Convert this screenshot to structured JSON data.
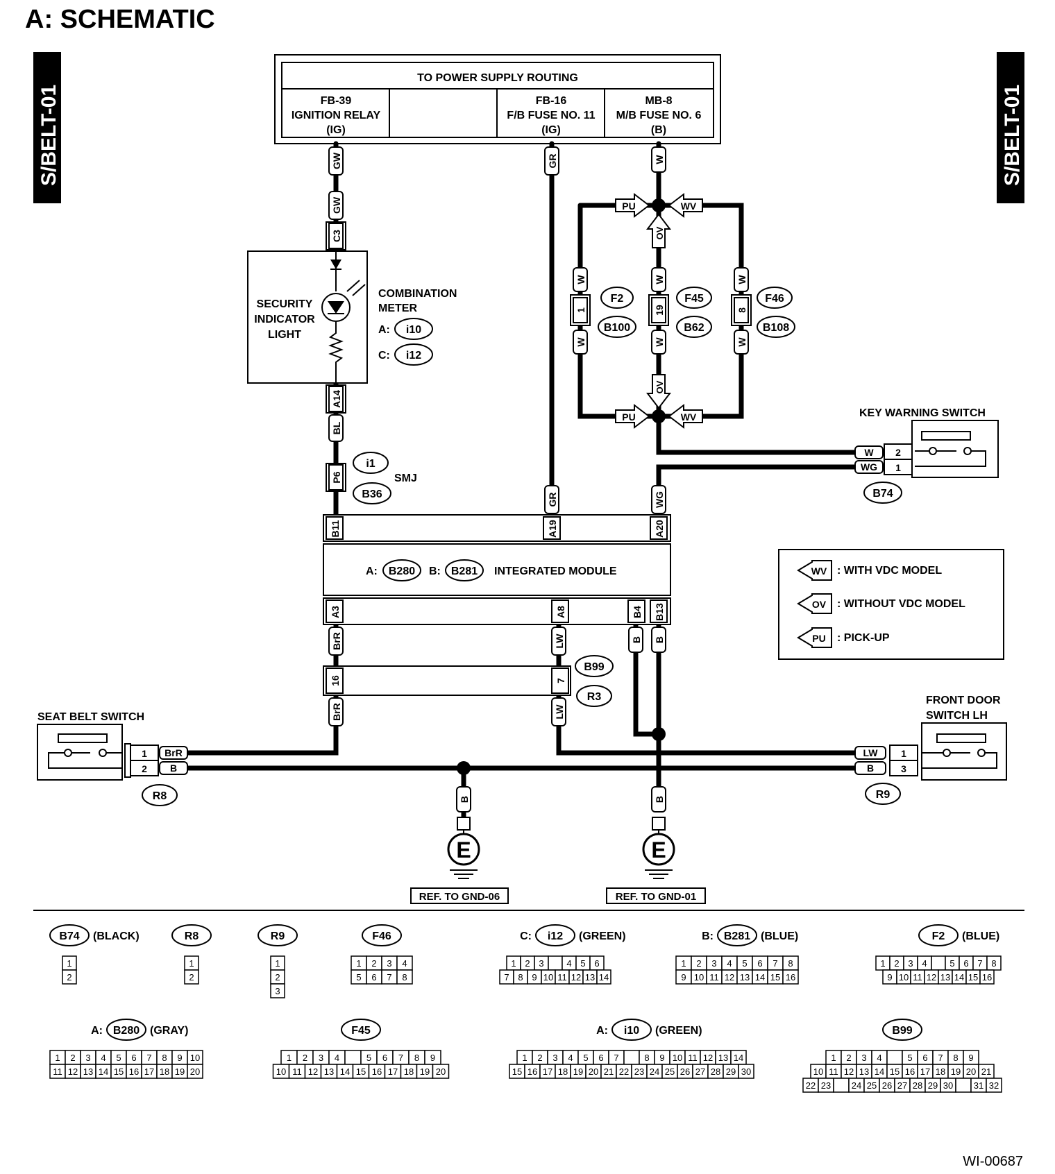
{
  "title": "A:  SCHEMATIC",
  "side_tab_left": "S/BELT-01",
  "side_tab_right": "S/BELT-01",
  "footer_code": "WI-00687",
  "power_supply": {
    "header": "TO POWER SUPPLY ROUTING",
    "cols": [
      {
        "l1": "FB-39",
        "l2": "IGNITION RELAY",
        "l3": "(IG)"
      },
      {
        "l1": "",
        "l2": "",
        "l3": ""
      },
      {
        "l1": "FB-16",
        "l2": "F/B FUSE NO. 11",
        "l3": "(IG)"
      },
      {
        "l1": "MB-8",
        "l2": "M/B FUSE NO. 6",
        "l3": "(B)"
      }
    ]
  },
  "combination_meter": {
    "light_l1": "SECURITY",
    "light_l2": "INDICATOR",
    "light_l3": "LIGHT",
    "label_l1": "COMBINATION",
    "label_l2": "METER",
    "conn_a_prefix": "A:",
    "conn_a": "i10",
    "conn_c_prefix": "C:",
    "conn_c": "i12"
  },
  "smj": {
    "label": "SMJ",
    "c1": "i1",
    "c2": "B36",
    "pin": "P6"
  },
  "integrated_module": {
    "label": "INTEGRATED MODULE",
    "a_prefix": "A:",
    "a_conn": "B280",
    "b_prefix": "B:",
    "b_conn": "B281",
    "top_pins": [
      "B11",
      "A19",
      "A20"
    ],
    "bottom_pins": [
      "A3",
      "A8",
      "B4",
      "B13"
    ]
  },
  "harness_conn": {
    "c1": "B99",
    "c2": "R3",
    "pin_l": "16",
    "pin_r": "7"
  },
  "wires": {
    "gw": "GW",
    "gr": "GR",
    "w": "W",
    "bl": "BL",
    "wg": "WG",
    "brr": "BrR",
    "lw": "LW",
    "b": "B",
    "ov": "OV",
    "pu": "PU",
    "wv": "WV"
  },
  "pins": {
    "c3": "C3",
    "a14": "A14",
    "f2": "1",
    "f45": "19",
    "f46": "8"
  },
  "fuse_conns": [
    {
      "top": "F2",
      "bottom": "B100"
    },
    {
      "top": "F45",
      "bottom": "B62"
    },
    {
      "top": "F46",
      "bottom": "B108"
    }
  ],
  "key_warning_switch": {
    "label": "KEY WARNING SWITCH",
    "conn": "B74",
    "pin_w": "2",
    "pin_wg": "1"
  },
  "seat_belt_switch": {
    "label": "SEAT BELT SWITCH",
    "conn": "R8",
    "pin_brr": "1",
    "pin_b": "2"
  },
  "front_door_switch": {
    "label_l1": "FRONT DOOR",
    "label_l2": "SWITCH LH",
    "conn": "R9",
    "pin_lw": "1",
    "pin_b": "3"
  },
  "legend": [
    {
      "tag": "WV",
      "text": ": WITH VDC MODEL"
    },
    {
      "tag": "OV",
      "text": ": WITHOUT VDC MODEL"
    },
    {
      "tag": "PU",
      "text": ": PICK-UP"
    }
  ],
  "grounds": [
    {
      "symbol": "E",
      "ref": "REF. TO GND-06"
    },
    {
      "symbol": "E",
      "ref": "REF. TO GND-01"
    }
  ],
  "connector_views": [
    {
      "prefix": "",
      "id": "B74",
      "color": "(BLACK)",
      "rows": [
        [
          "1"
        ],
        [
          "2"
        ]
      ]
    },
    {
      "prefix": "",
      "id": "R8",
      "color": "",
      "rows": [
        [
          "1"
        ],
        [
          "2"
        ]
      ]
    },
    {
      "prefix": "",
      "id": "R9",
      "color": "",
      "rows": [
        [
          "1"
        ],
        [
          "2"
        ],
        [
          "3"
        ]
      ]
    },
    {
      "prefix": "",
      "id": "F46",
      "color": "",
      "rows": [
        [
          "1",
          "2",
          "3",
          "4"
        ],
        [
          "5",
          "6",
          "7",
          "8"
        ]
      ]
    },
    {
      "prefix": "C:",
      "id": "i12",
      "color": "(GREEN)",
      "rows": [
        [
          "1",
          "2",
          "3",
          "",
          "4",
          "5",
          "6"
        ],
        [
          "7",
          "8",
          "9",
          "10",
          "11",
          "12",
          "13",
          "14"
        ]
      ]
    },
    {
      "prefix": "B:",
      "id": "B281",
      "color": "(BLUE)",
      "rows": [
        [
          "1",
          "2",
          "3",
          "4",
          "5",
          "6",
          "7",
          "8"
        ],
        [
          "9",
          "10",
          "11",
          "12",
          "13",
          "14",
          "15",
          "16"
        ]
      ]
    },
    {
      "prefix": "",
      "id": "F2",
      "color": "(BLUE)",
      "rows": [
        [
          "1",
          "2",
          "3",
          "4",
          "",
          "5",
          "6",
          "7",
          "8"
        ],
        [
          "9",
          "10",
          "11",
          "12",
          "13",
          "14",
          "15",
          "16"
        ]
      ]
    },
    {
      "prefix": "A:",
      "id": "B280",
      "color": "(GRAY)",
      "rows": [
        [
          "1",
          "2",
          "3",
          "4",
          "5",
          "6",
          "7",
          "8",
          "9",
          "10"
        ],
        [
          "11",
          "12",
          "13",
          "14",
          "15",
          "16",
          "17",
          "18",
          "19",
          "20"
        ]
      ]
    },
    {
      "prefix": "",
      "id": "F45",
      "color": "",
      "rows": [
        [
          "1",
          "2",
          "3",
          "4",
          "",
          "5",
          "6",
          "7",
          "8",
          "9"
        ],
        [
          "10",
          "11",
          "12",
          "13",
          "14",
          "15",
          "16",
          "17",
          "18",
          "19",
          "20"
        ]
      ]
    },
    {
      "prefix": "A:",
      "id": "i10",
      "color": "(GREEN)",
      "rows": [
        [
          "1",
          "2",
          "3",
          "4",
          "5",
          "6",
          "7",
          "",
          "8",
          "9",
          "10",
          "11",
          "12",
          "13",
          "14"
        ],
        [
          "15",
          "16",
          "17",
          "18",
          "19",
          "20",
          "21",
          "22",
          "23",
          "24",
          "25",
          "26",
          "27",
          "28",
          "29",
          "30"
        ]
      ]
    },
    {
      "prefix": "",
      "id": "B99",
      "color": "",
      "rows": [
        [
          "1",
          "2",
          "3",
          "4",
          "",
          "5",
          "6",
          "7",
          "8",
          "9"
        ],
        [
          "10",
          "11",
          "12",
          "13",
          "14",
          "15",
          "16",
          "17",
          "18",
          "19",
          "20",
          "21"
        ],
        [
          "22",
          "23",
          "",
          "24",
          "25",
          "26",
          "27",
          "28",
          "29",
          "30",
          "",
          "31",
          "32"
        ]
      ]
    }
  ]
}
